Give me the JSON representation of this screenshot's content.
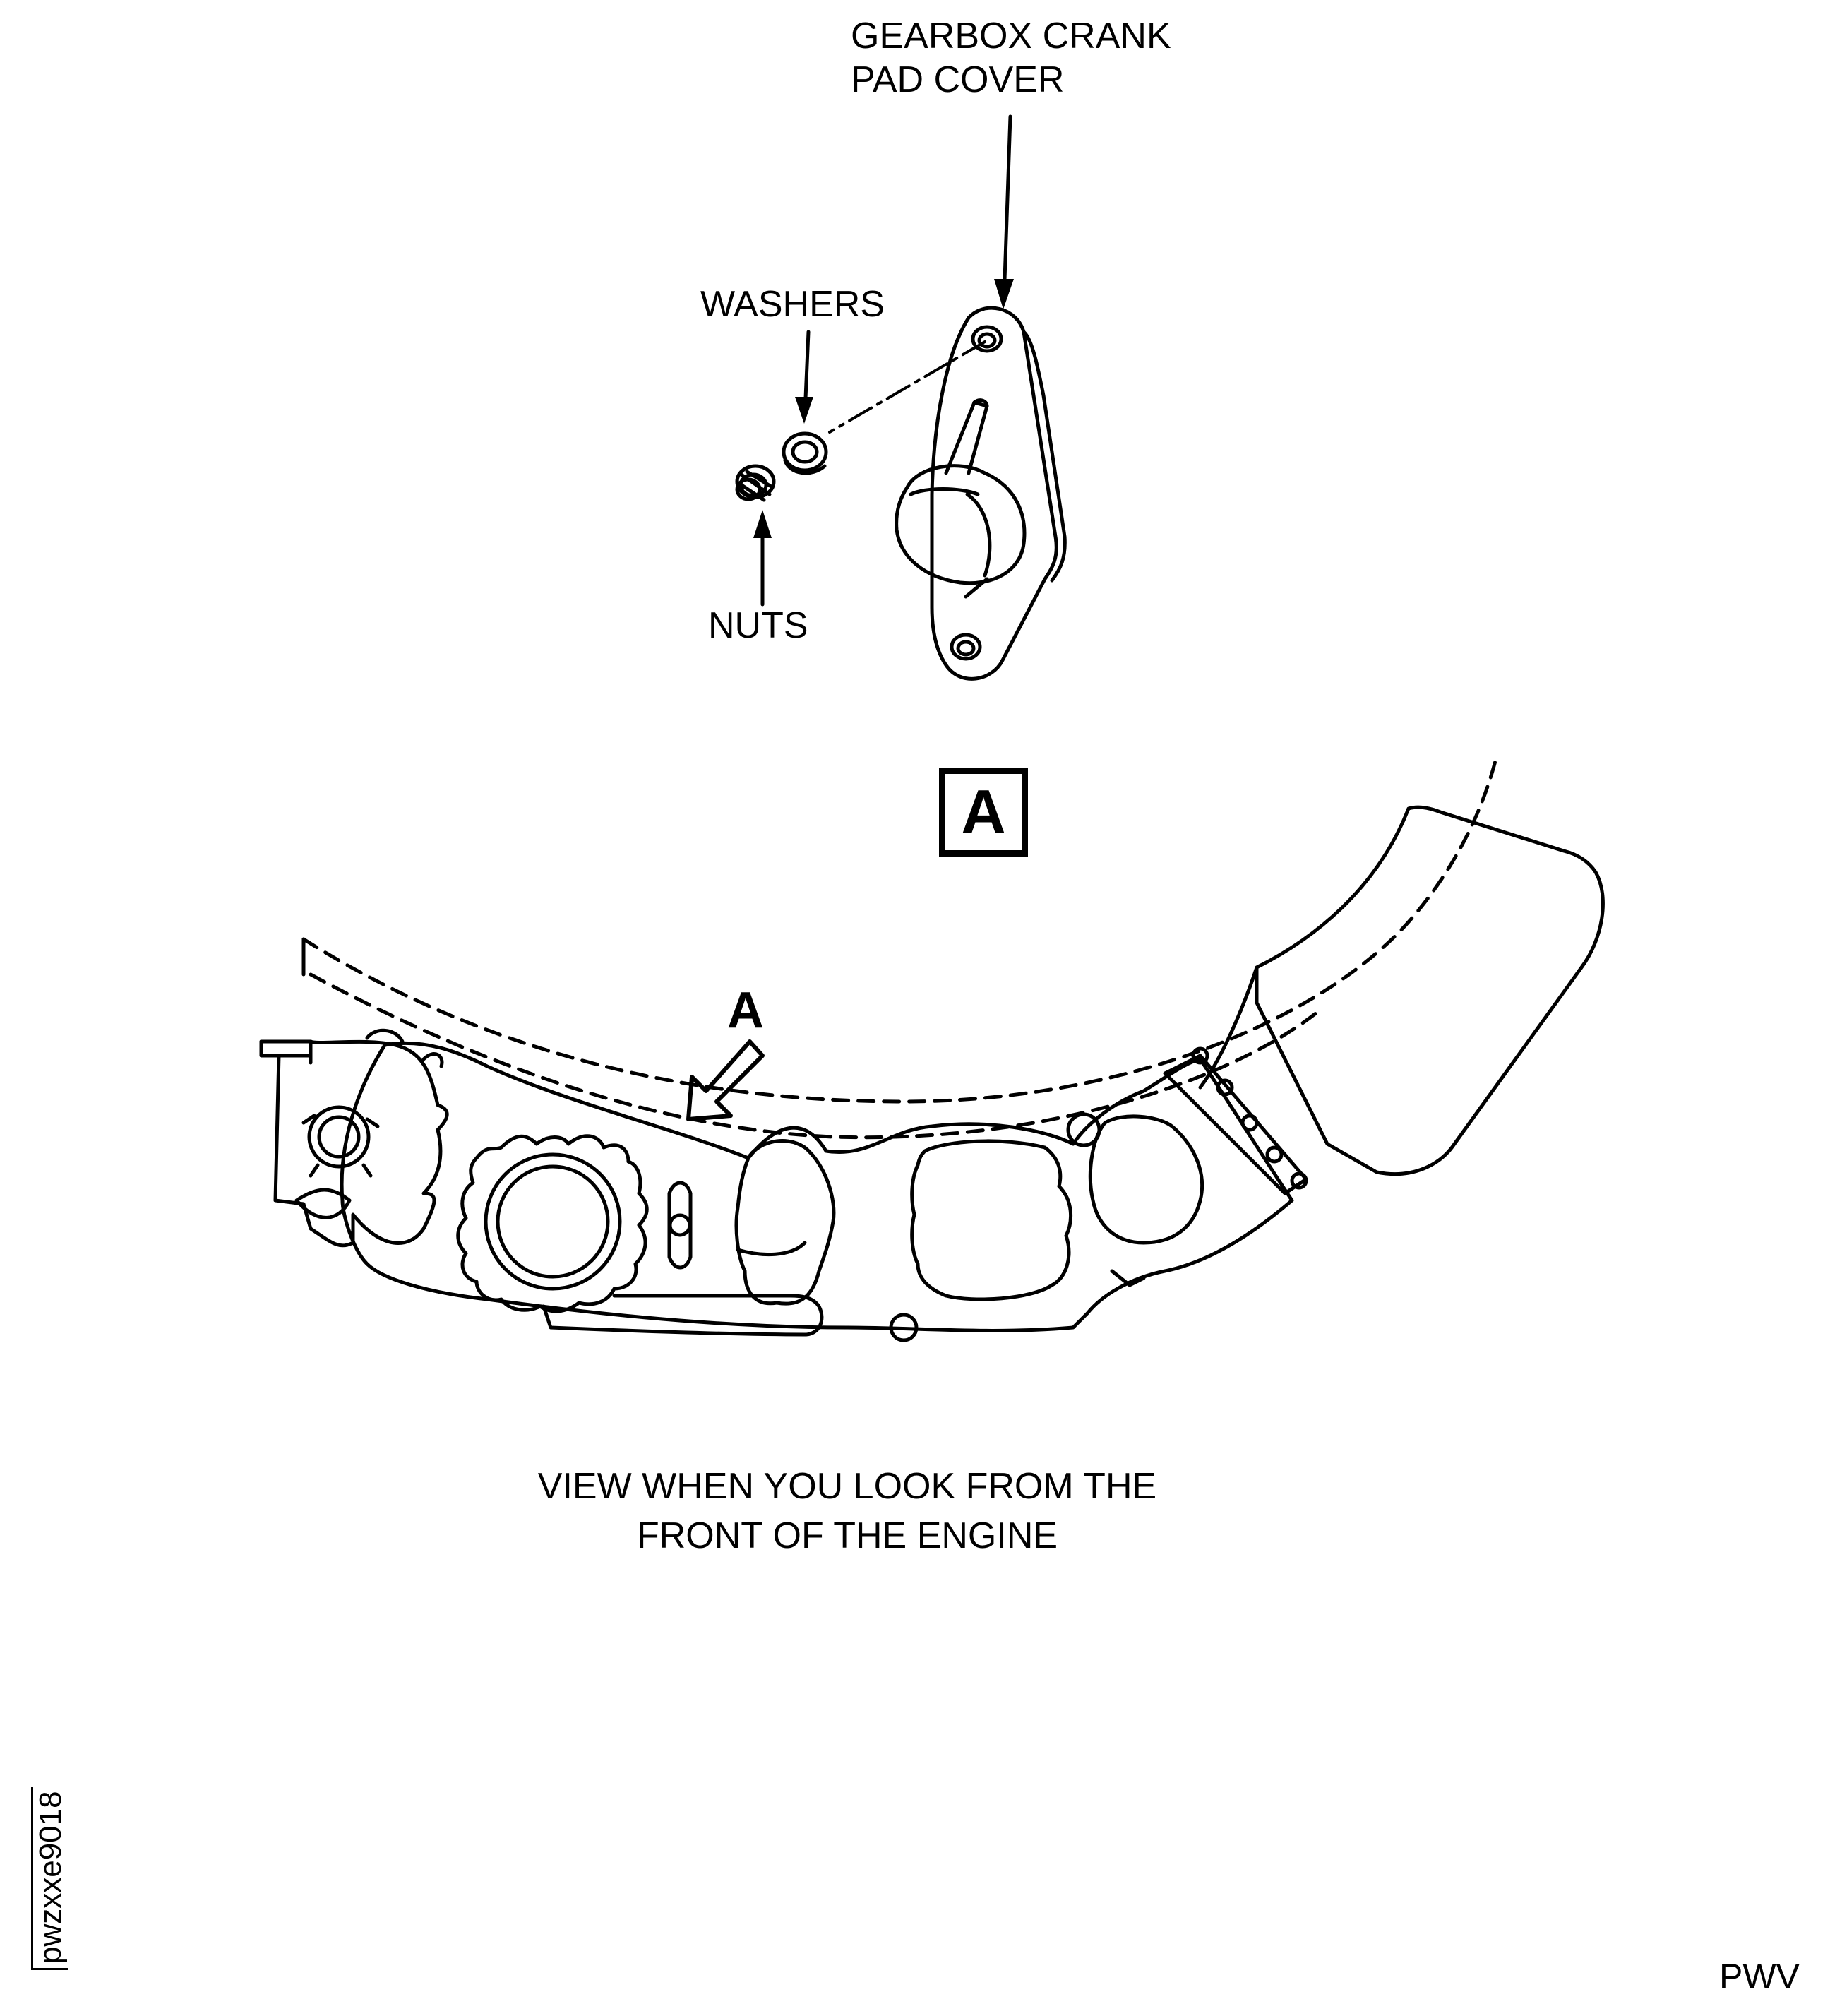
{
  "callouts": {
    "cover_line1": "GEARBOX CRANK",
    "cover_line2": "PAD COVER",
    "washers": "WASHERS",
    "nuts": "NUTS"
  },
  "detail_view": {
    "box_letter": "A",
    "view_arrow_letter": "A"
  },
  "caption": {
    "line1": "VIEW WHEN YOU LOOK FROM THE",
    "line2": "FRONT OF THE ENGINE"
  },
  "figure_id": "pwzxxe9018",
  "source_mark": "PWV"
}
